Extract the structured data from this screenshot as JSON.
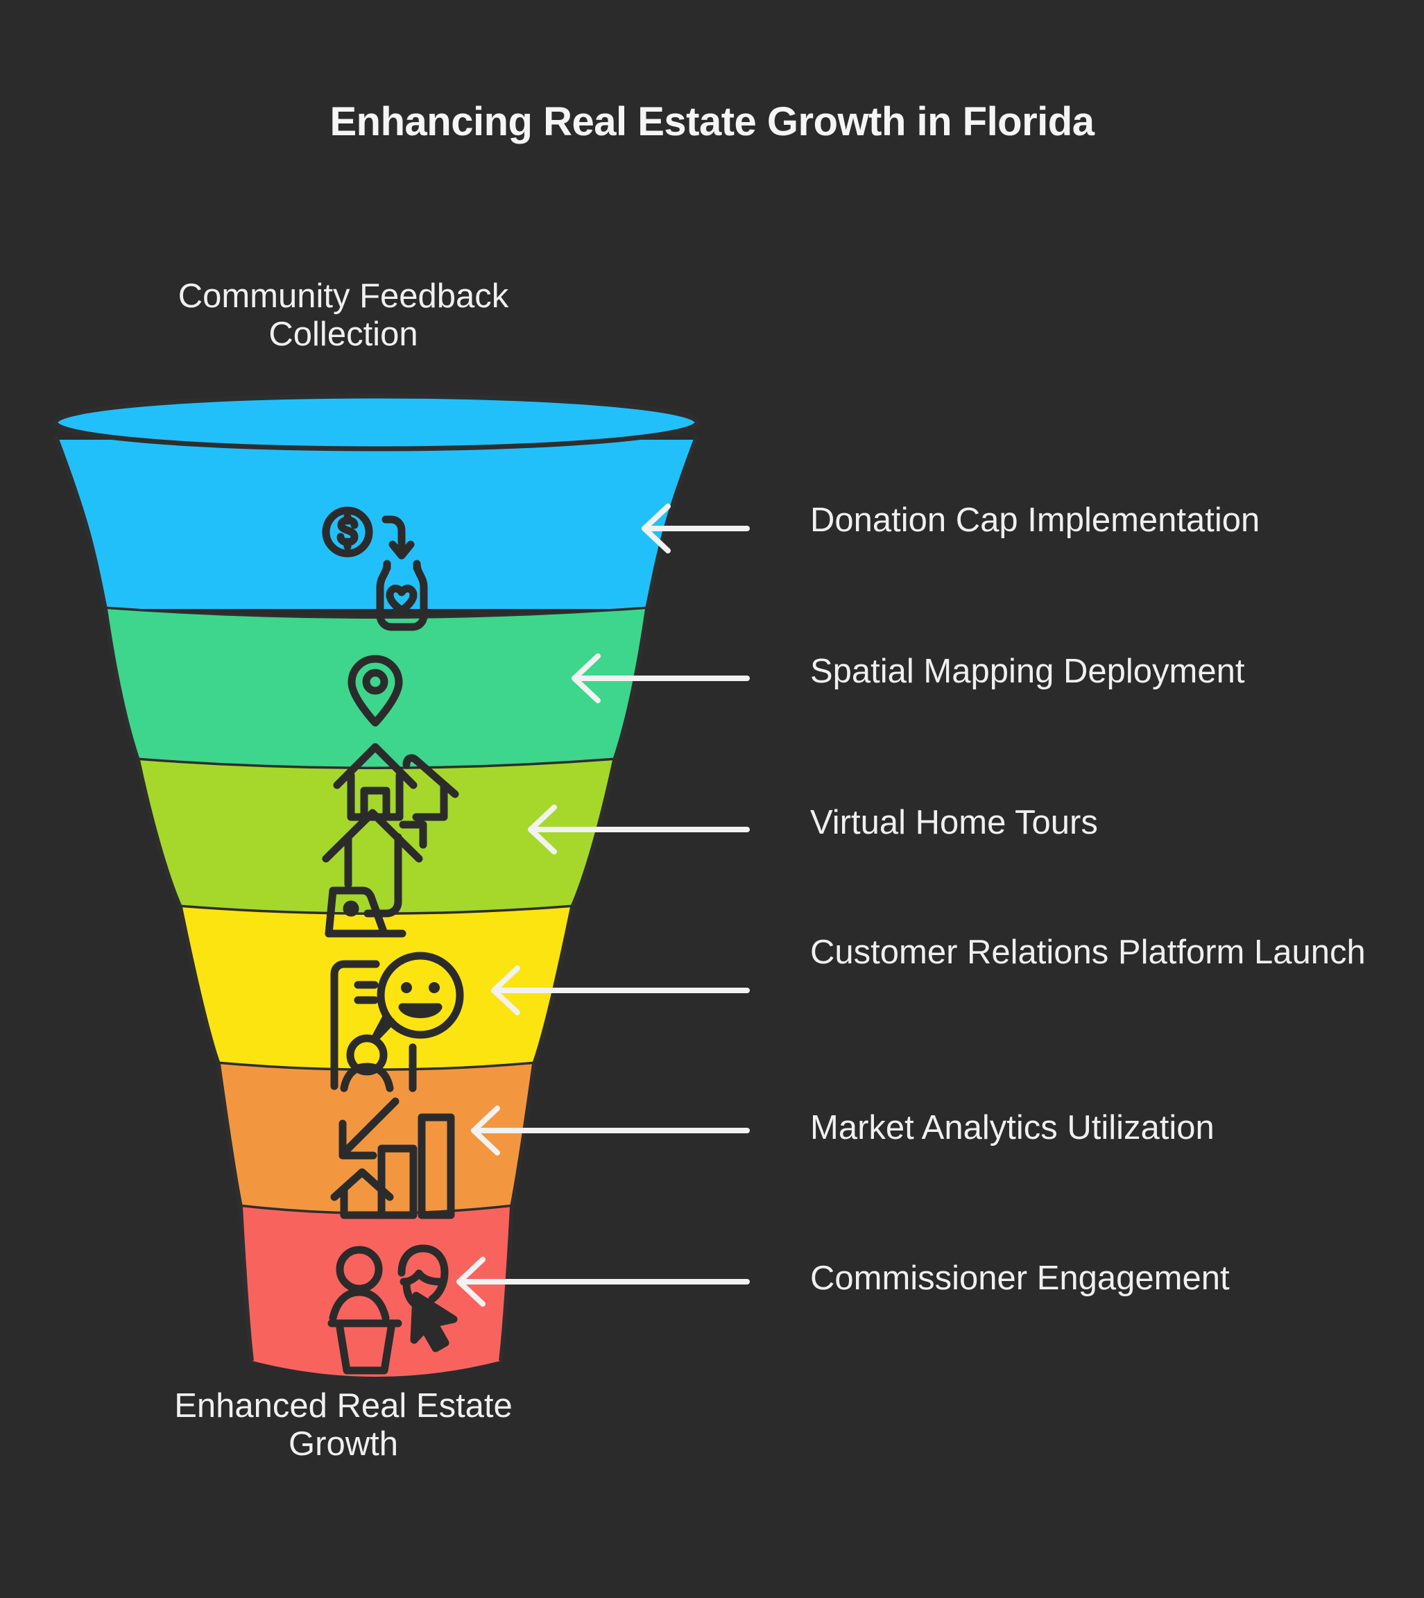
{
  "chart_data": {
    "type": "funnel",
    "title": "Enhancing Real Estate Growth in Florida",
    "entry_label": "Community Feedback\nCollection",
    "exit_label": "Enhanced Real Estate\nGrowth",
    "background_color": "#2b2b2b",
    "text_color": "#f0f0f0",
    "outline_color": "#2e2e2e",
    "arrow_color": "#f2f2f2",
    "legend": "none",
    "grid": false,
    "stages": [
      {
        "index": 1,
        "label": "Donation Cap Implementation",
        "color": "#22c0fa",
        "icon": "donation-jar-icon",
        "top_width_pct": 100,
        "bottom_width_pct": 72
      },
      {
        "index": 2,
        "label": "Spatial Mapping Deployment",
        "color": "#3dd68c",
        "icon": "map-pin-houses-icon",
        "top_width_pct": 72,
        "bottom_width_pct": 58
      },
      {
        "index": 3,
        "label": "Virtual Home Tours",
        "color": "#a5d82b",
        "icon": "house-laptop-icon",
        "top_width_pct": 58,
        "bottom_width_pct": 45
      },
      {
        "index": 4,
        "label": "Customer Relations Platform Launch",
        "color": "#fbe410",
        "icon": "person-chat-icon",
        "top_width_pct": 45,
        "bottom_width_pct": 34
      },
      {
        "index": 5,
        "label": "Market Analytics Utilization",
        "color": "#f2973f",
        "icon": "bar-chart-house-icon",
        "top_width_pct": 34,
        "bottom_width_pct": 27
      },
      {
        "index": 6,
        "label": "Commissioner Engagement",
        "color": "#f9635e",
        "icon": "podium-speaker-icon",
        "top_width_pct": 27,
        "bottom_width_pct": 24
      }
    ]
  },
  "title": {
    "text": "Enhancing Real Estate Growth in Florida"
  },
  "funnel": {
    "top_label_line1": "Community Feedback",
    "top_label_line2": "Collection",
    "bottom_label_line1": "Enhanced Real Estate",
    "bottom_label_line2": "Growth"
  },
  "stage_labels": [
    "Donation Cap Implementation",
    "Spatial Mapping Deployment",
    "Virtual Home Tours",
    "Customer Relations Platform Launch",
    "Market Analytics Utilization",
    "Commissioner Engagement"
  ]
}
